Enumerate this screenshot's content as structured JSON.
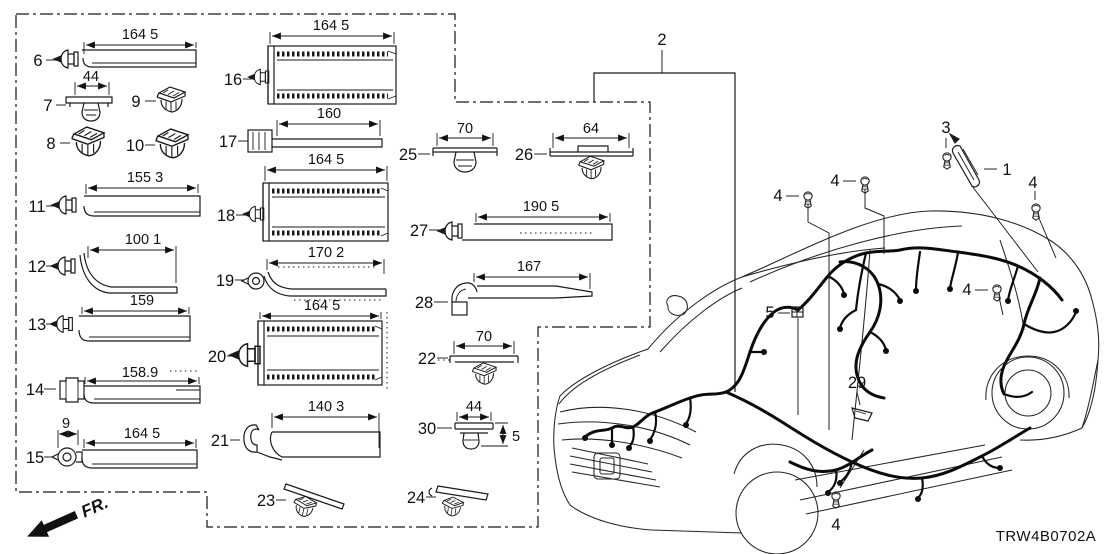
{
  "drawing_code": "TRW4B0702A",
  "fr_indicator": "FR.",
  "parts": {
    "p1": {
      "label": "1"
    },
    "p2": {
      "label": "2"
    },
    "p3": {
      "label": "3"
    },
    "p4a": {
      "label": "4"
    },
    "p4b": {
      "label": "4"
    },
    "p4c": {
      "label": "4"
    },
    "p4d": {
      "label": "4"
    },
    "p4e": {
      "label": "4"
    },
    "p5": {
      "label": "5"
    },
    "p6": {
      "label": "6",
      "dim": "164 5"
    },
    "p7": {
      "label": "7",
      "dim": "44"
    },
    "p8": {
      "label": "8"
    },
    "p9": {
      "label": "9"
    },
    "p10": {
      "label": "10"
    },
    "p11": {
      "label": "11",
      "dim": "155 3"
    },
    "p12": {
      "label": "12",
      "dim": "100 1"
    },
    "p13": {
      "label": "13",
      "dim": "159"
    },
    "p14": {
      "label": "14",
      "dim": "158.9"
    },
    "p15": {
      "label": "15",
      "dim": "164 5",
      "dim2": "9"
    },
    "p16": {
      "label": "16",
      "dim": "164 5"
    },
    "p17": {
      "label": "17",
      "dim": "160"
    },
    "p18": {
      "label": "18",
      "dim": "164 5"
    },
    "p19": {
      "label": "19",
      "dim": "170 2"
    },
    "p20": {
      "label": "20",
      "dim": "164 5"
    },
    "p21": {
      "label": "21",
      "dim": "140 3"
    },
    "p22": {
      "label": "22",
      "dim": "70"
    },
    "p23": {
      "label": "23"
    },
    "p24": {
      "label": "24"
    },
    "p25": {
      "label": "25",
      "dim": "70"
    },
    "p26": {
      "label": "26",
      "dim": "64"
    },
    "p27": {
      "label": "27",
      "dim": "190 5"
    },
    "p28": {
      "label": "28",
      "dim": "167"
    },
    "p29": {
      "label": "29"
    },
    "p30": {
      "label": "30",
      "dim": "44",
      "dim2": "5"
    }
  }
}
